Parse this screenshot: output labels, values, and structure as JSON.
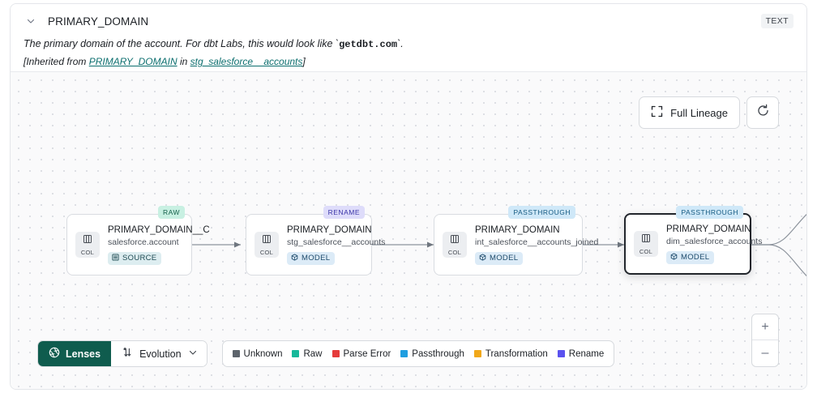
{
  "header": {
    "collapse_icon": "chevron-down-icon",
    "title": "PRIMARY_DOMAIN",
    "type_badge": "TEXT",
    "description_prefix": "The primary domain of the account. For dbt Labs, this would look like `",
    "description_code": "getdbt.com",
    "description_suffix": "`.",
    "inherited_prefix": "[Inherited from ",
    "inherited_link_1": "PRIMARY_DOMAIN",
    "inherited_mid": " in ",
    "inherited_link_2": "stg_salesforce__accounts",
    "inherited_suffix": "]"
  },
  "controls": {
    "full_lineage_label": "Full Lineage",
    "full_lineage_icon": "expand-icon",
    "refresh_icon": "refresh-icon",
    "zoom_in_label": "+",
    "zoom_out_label": "–"
  },
  "lineage": {
    "nodes": [
      {
        "badge": "RAW",
        "badge_class": "badge-raw",
        "chip_label": "COL",
        "chip_icon": "columns-icon",
        "title": "PRIMARY_DOMAIN__C",
        "subtitle": "salesforce.account",
        "type_label": "SOURCE",
        "type_class": "source",
        "type_icon": "database-icon",
        "selected": false
      },
      {
        "badge": "RENAME",
        "badge_class": "badge-rename",
        "chip_label": "COL",
        "chip_icon": "columns-icon",
        "title": "PRIMARY_DOMAIN",
        "subtitle": "stg_salesforce__accounts",
        "type_label": "MODEL",
        "type_class": "model",
        "type_icon": "cube-icon",
        "selected": false
      },
      {
        "badge": "PASSTHROUGH",
        "badge_class": "badge-passthrough",
        "chip_label": "COL",
        "chip_icon": "columns-icon",
        "title": "PRIMARY_DOMAIN",
        "subtitle": "int_salesforce__accounts_joined",
        "type_label": "MODEL",
        "type_class": "model",
        "type_icon": "cube-icon",
        "selected": false
      },
      {
        "badge": "PASSTHROUGH",
        "badge_class": "badge-passthrough",
        "chip_label": "COL",
        "chip_icon": "columns-icon",
        "title": "PRIMARY_DOMAIN",
        "subtitle": "dim_salesforce_accounts",
        "type_label": "MODEL",
        "type_class": "model",
        "type_icon": "cube-icon",
        "selected": true
      }
    ]
  },
  "toolbar": {
    "lenses_label": "Lenses",
    "lenses_icon": "aperture-icon",
    "evolution_label": "Evolution",
    "evolution_icon": "evolution-icon",
    "evolution_chevron": "chevron-down-icon",
    "legend": [
      {
        "label": "Unknown",
        "color": "#5c636b"
      },
      {
        "label": "Raw",
        "color": "#16b89a"
      },
      {
        "label": "Parse Error",
        "color": "#e53b3b"
      },
      {
        "label": "Passthrough",
        "color": "#1f9ee0"
      },
      {
        "label": "Transformation",
        "color": "#f1a81a"
      },
      {
        "label": "Rename",
        "color": "#5b52ef"
      }
    ]
  }
}
